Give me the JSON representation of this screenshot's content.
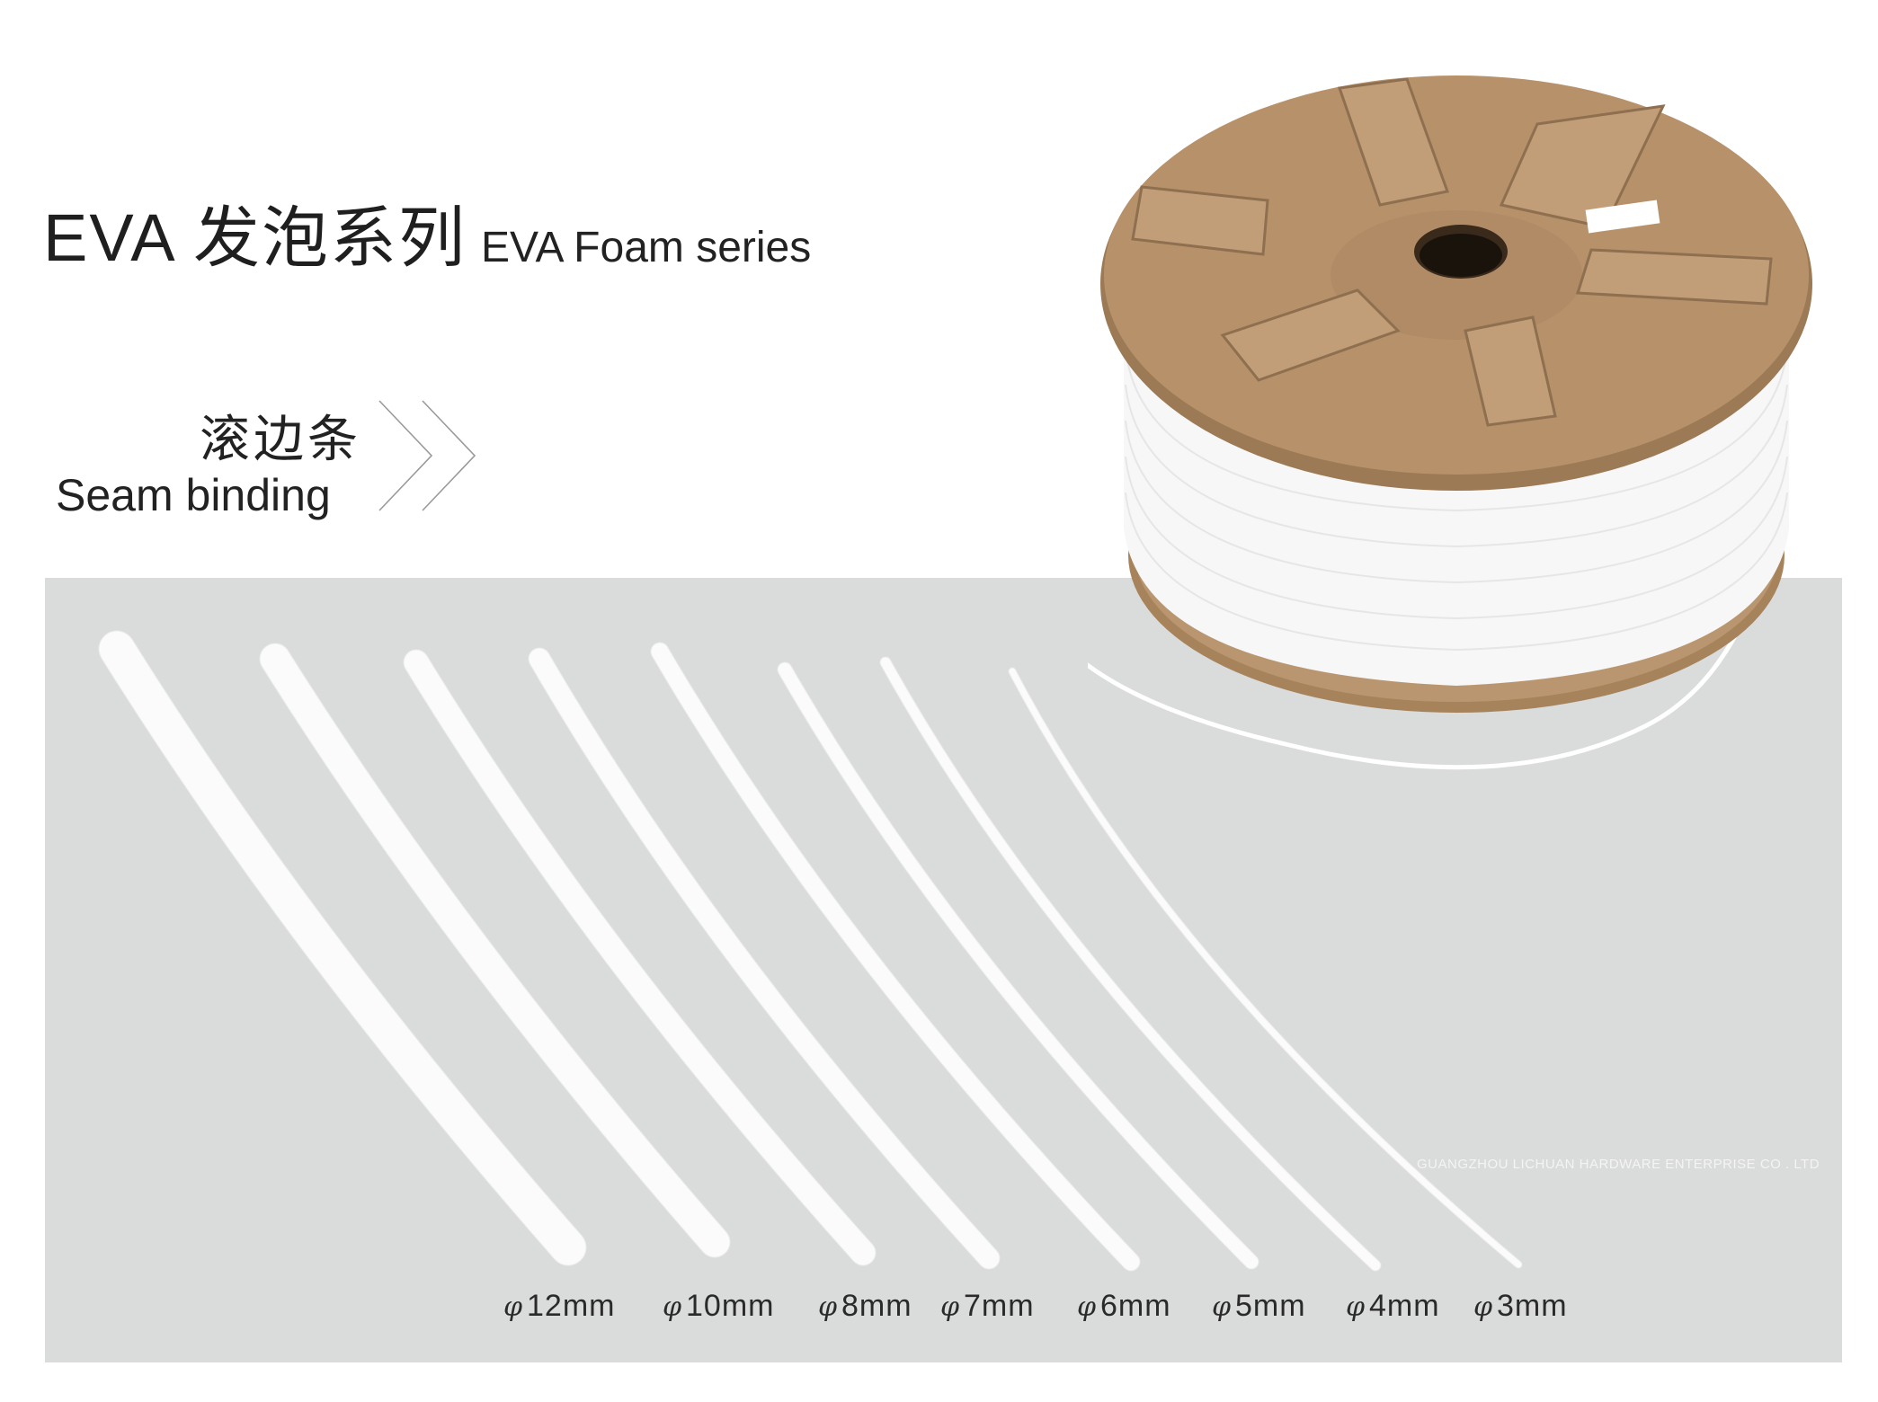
{
  "title": {
    "chinese": "EVA 发泡系列",
    "english": "EVA  Foam series"
  },
  "subtitle": {
    "chinese": "滚边条",
    "english": "Seam binding"
  },
  "sizes": [
    {
      "symbol": "φ",
      "label": "12mm",
      "diameter": 12
    },
    {
      "symbol": "φ",
      "label": "10mm",
      "diameter": 10
    },
    {
      "symbol": "φ",
      "label": "8mm",
      "diameter": 8
    },
    {
      "symbol": "φ",
      "label": "7mm",
      "diameter": 7
    },
    {
      "symbol": "φ",
      "label": "6mm",
      "diameter": 6
    },
    {
      "symbol": "φ",
      "label": "5mm",
      "diameter": 5
    },
    {
      "symbol": "φ",
      "label": "4mm",
      "diameter": 4
    },
    {
      "symbol": "φ",
      "label": "3mm",
      "diameter": 3
    }
  ],
  "watermark": "GUANGZHOU LICHUAN HARDWARE ENTERPRISE CO . LTD",
  "colors": {
    "panel": "#dadbdb",
    "cardboard": "#b08a62",
    "foam": "#ffffff"
  }
}
